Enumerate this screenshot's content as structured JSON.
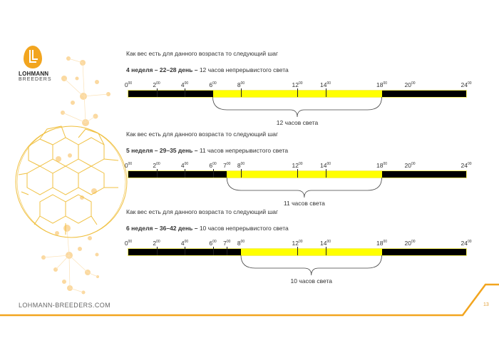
{
  "logo": {
    "line1": "LOHMANN",
    "line2": "BREEDERS"
  },
  "footer": {
    "site": "LOHMANN-BREEDERS.COM",
    "page": "13"
  },
  "colors": {
    "accent": "#f2a51f",
    "light": "#ffff00",
    "dark": "#000000"
  },
  "blocks": [
    {
      "title": "Как вес есть для данного возраста то следующий шаг",
      "bold": "4 неделя – 22–28 день –",
      "rest": " 12 часов непрерывистого света",
      "dark_until": 6,
      "light_until": 18,
      "labels": [
        0,
        2,
        4,
        6,
        8,
        12,
        14,
        18,
        20,
        24
      ],
      "ticks": [
        2,
        4,
        8,
        12,
        14
      ],
      "brace_label": "12 часов света"
    },
    {
      "title": "Как вес есть для данного возраста то следующий шаг",
      "bold": "5 неделя – 29–35 день –",
      "rest": " 11 часов непрерывистого света",
      "dark_until": 7,
      "light_until": 18,
      "labels": [
        0,
        2,
        4,
        6,
        7,
        8,
        12,
        14,
        18,
        20,
        24
      ],
      "ticks": [
        2,
        4,
        6,
        8,
        12,
        14
      ],
      "brace_label": "11 часов света"
    },
    {
      "title": "Как вес есть для данного возраста то следующий шаг",
      "bold": "6 неделя – 36–42 день –",
      "rest": " 10 часов непрерывистого света",
      "dark_until": 8,
      "light_until": 18,
      "labels": [
        0,
        2,
        4,
        6,
        7,
        8,
        12,
        14,
        18,
        20,
        24
      ],
      "ticks": [
        2,
        4,
        6,
        7,
        12,
        14
      ],
      "brace_label": "10 часов света"
    }
  ],
  "sup": "00"
}
